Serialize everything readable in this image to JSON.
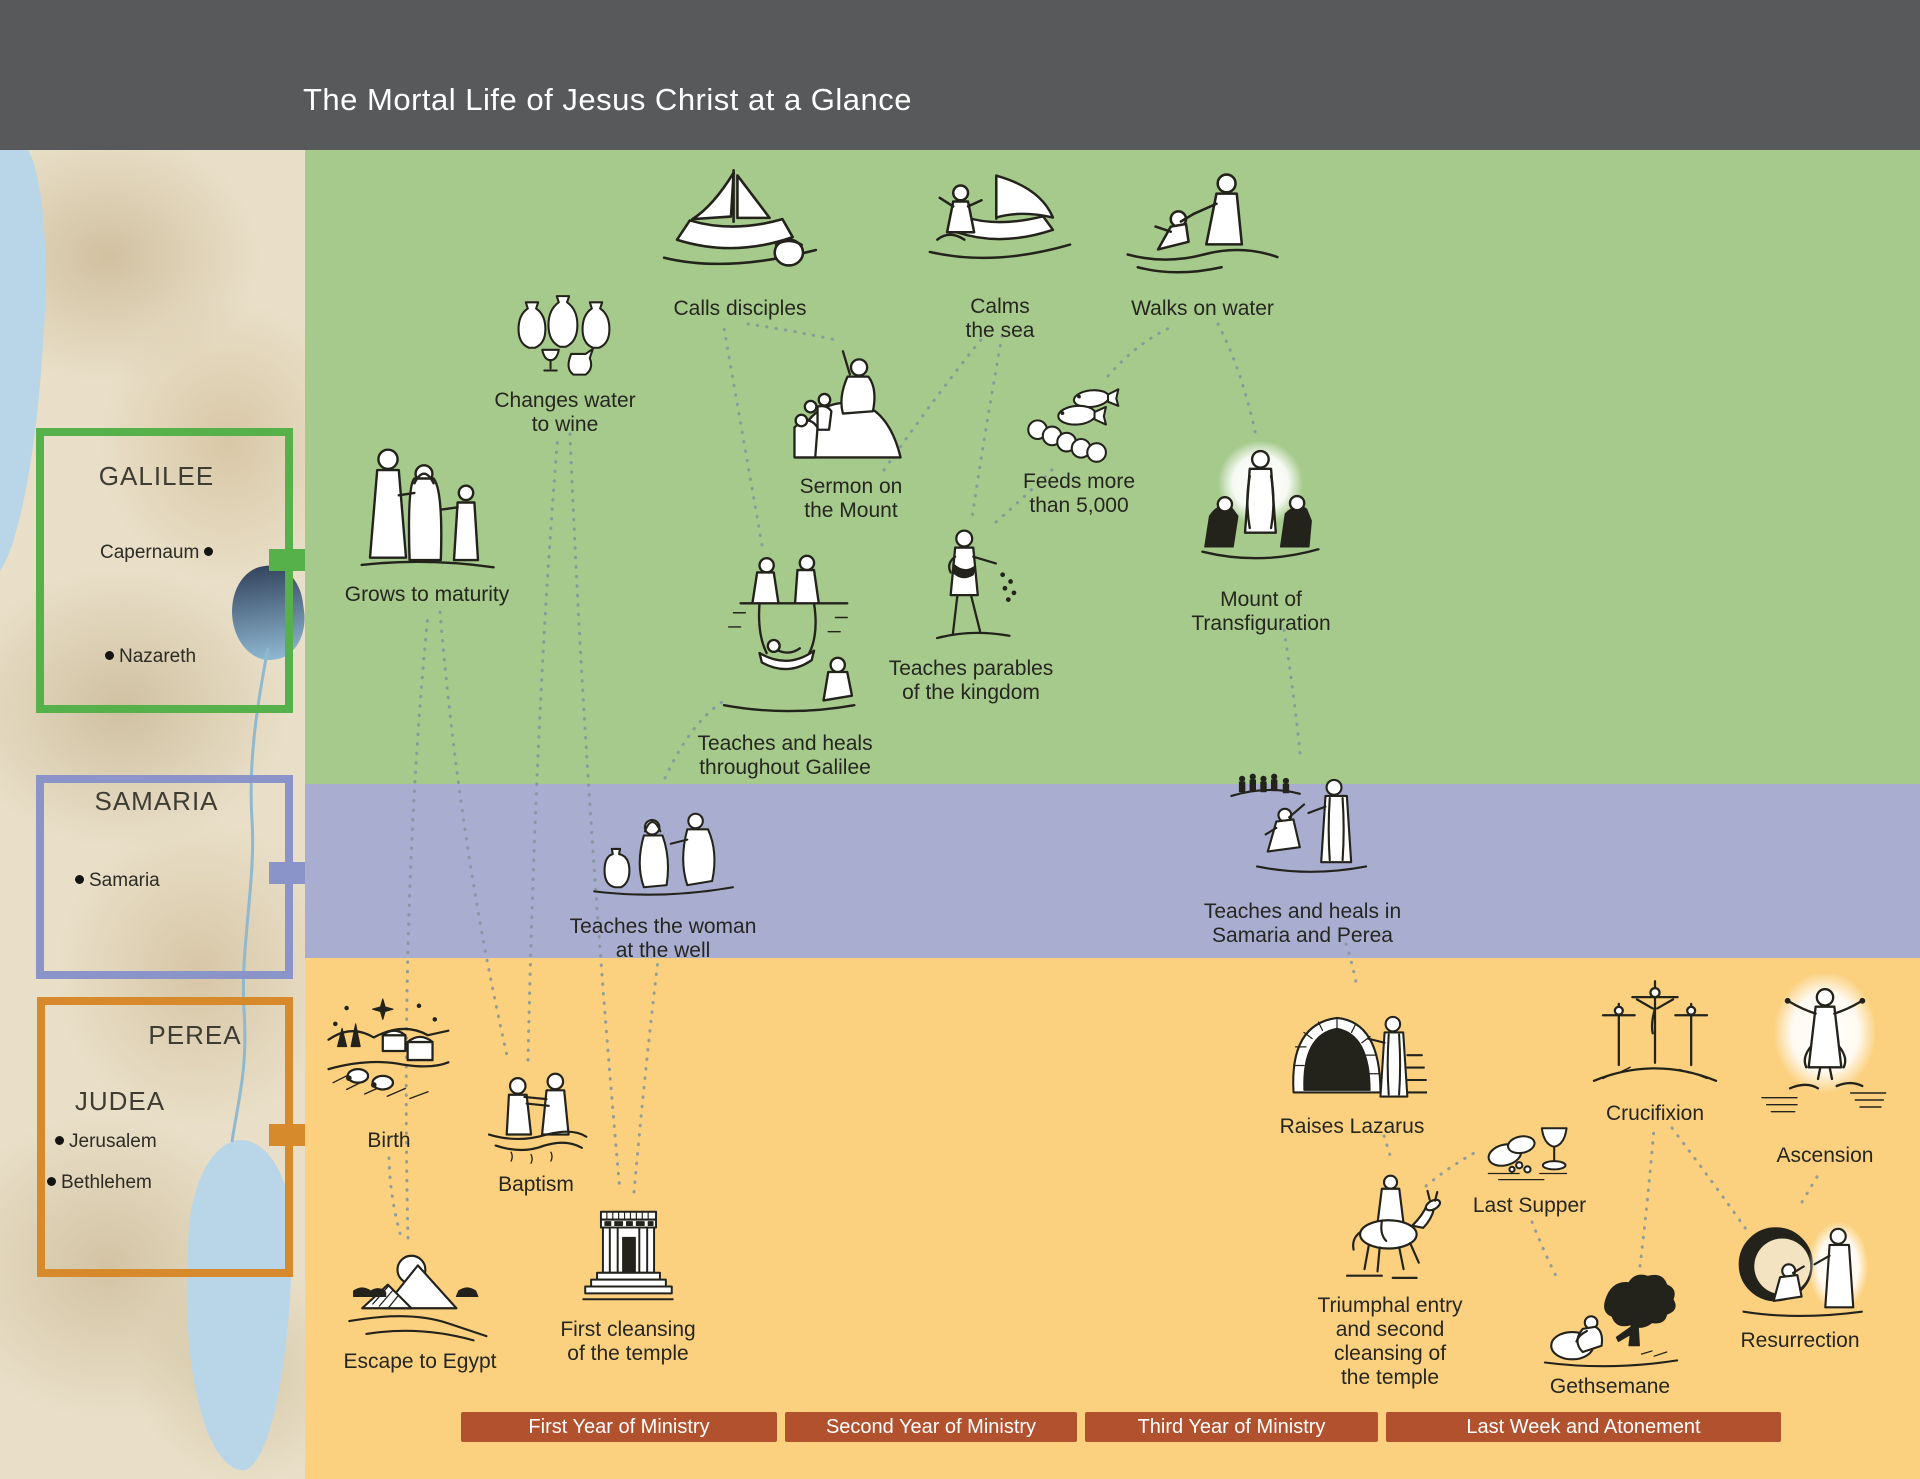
{
  "header": {
    "title": "The Mortal Life of Jesus Christ at a Glance"
  },
  "map": {
    "galilee": {
      "name": "GALILEE",
      "cities": {
        "capernaum": "Capernaum",
        "nazareth": "Nazareth"
      }
    },
    "samaria": {
      "name": "SAMARIA",
      "cities": {
        "samaria": "Samaria"
      }
    },
    "judea": {
      "name": "JUDEA",
      "name_perea": "PEREA",
      "cities": {
        "jerusalem": "Jerusalem",
        "bethlehem": "Bethlehem"
      }
    }
  },
  "events": [
    {
      "id": "calls-disciples",
      "label1": "Calls disciples"
    },
    {
      "id": "calms-the-sea",
      "label1": "Calms",
      "label2": "the sea"
    },
    {
      "id": "walks-on-water",
      "label1": "Walks on water"
    },
    {
      "id": "changes-water-to-wine",
      "label1": "Changes water",
      "label2": "to wine"
    },
    {
      "id": "grows-to-maturity",
      "label1": "Grows to maturity"
    },
    {
      "id": "sermon-on-the-mount",
      "label1": "Sermon on",
      "label2": "the Mount"
    },
    {
      "id": "feeds-more-than-5000",
      "label1": "Feeds more",
      "label2": "than 5,000"
    },
    {
      "id": "mount-of-transfiguration",
      "label1": "Mount of",
      "label2": "Transfiguration"
    },
    {
      "id": "teaches-parables-of-the-kingdom",
      "label1": "Teaches parables",
      "label2": "of the kingdom"
    },
    {
      "id": "teaches-and-heals-throughout-galilee",
      "label1": "Teaches and heals",
      "label2": "throughout Galilee"
    },
    {
      "id": "teaches-the-woman-at-the-well",
      "label1": "Teaches the woman",
      "label2": "at the well"
    },
    {
      "id": "teaches-and-heals-in-samaria-and-perea",
      "label1": "Teaches and heals in",
      "label2": "Samaria and Perea"
    },
    {
      "id": "birth",
      "label1": "Birth"
    },
    {
      "id": "baptism",
      "label1": "Baptism"
    },
    {
      "id": "escape-to-egypt",
      "label1": "Escape to Egypt"
    },
    {
      "id": "first-cleansing-of-the-temple",
      "label1": "First cleansing",
      "label2": "of the temple"
    },
    {
      "id": "raises-lazarus",
      "label1": "Raises Lazarus"
    },
    {
      "id": "triumphal-entry",
      "label1": "Triumphal entry",
      "label2": "and second",
      "label3": "cleansing of",
      "label4": "the temple"
    },
    {
      "id": "last-supper",
      "label1": "Last Supper"
    },
    {
      "id": "gethsemane",
      "label1": "Gethsemane"
    },
    {
      "id": "crucifixion",
      "label1": "Crucifixion"
    },
    {
      "id": "ascension",
      "label1": "Ascension"
    },
    {
      "id": "resurrection",
      "label1": "Resurrection"
    }
  ],
  "timeline": {
    "bars": [
      "First Year of Ministry",
      "Second Year of Ministry",
      "Third Year of Ministry",
      "Last Week and Atonement"
    ]
  },
  "colors": {
    "header_bg": "#58595b",
    "galilee_band": "#a6ca8c",
    "samaria_band": "#a9aed0",
    "judea_band": "#fbd17f",
    "galilee_border": "#56b14b",
    "samaria_border": "#8b94c9",
    "judea_border": "#d68a2b",
    "timeline_bar": "#b1512e",
    "water": "#b9d6e8",
    "connector_dots": "#82959b"
  }
}
